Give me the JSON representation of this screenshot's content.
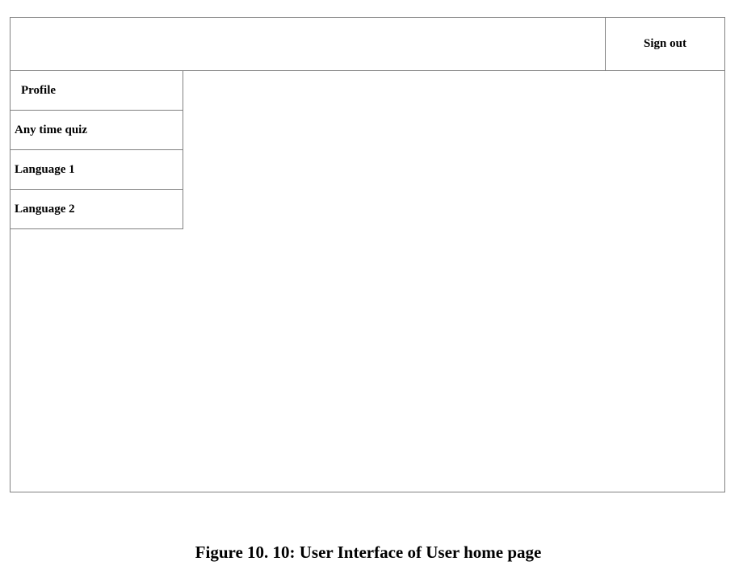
{
  "header": {
    "sign_out_label": "Sign out"
  },
  "menu": {
    "items": [
      {
        "label": "Profile"
      },
      {
        "label": "Any time quiz"
      },
      {
        "label": "Language 1"
      },
      {
        "label": "Language 2"
      }
    ]
  },
  "caption": "Figure 10. 10: User Interface of User home page"
}
